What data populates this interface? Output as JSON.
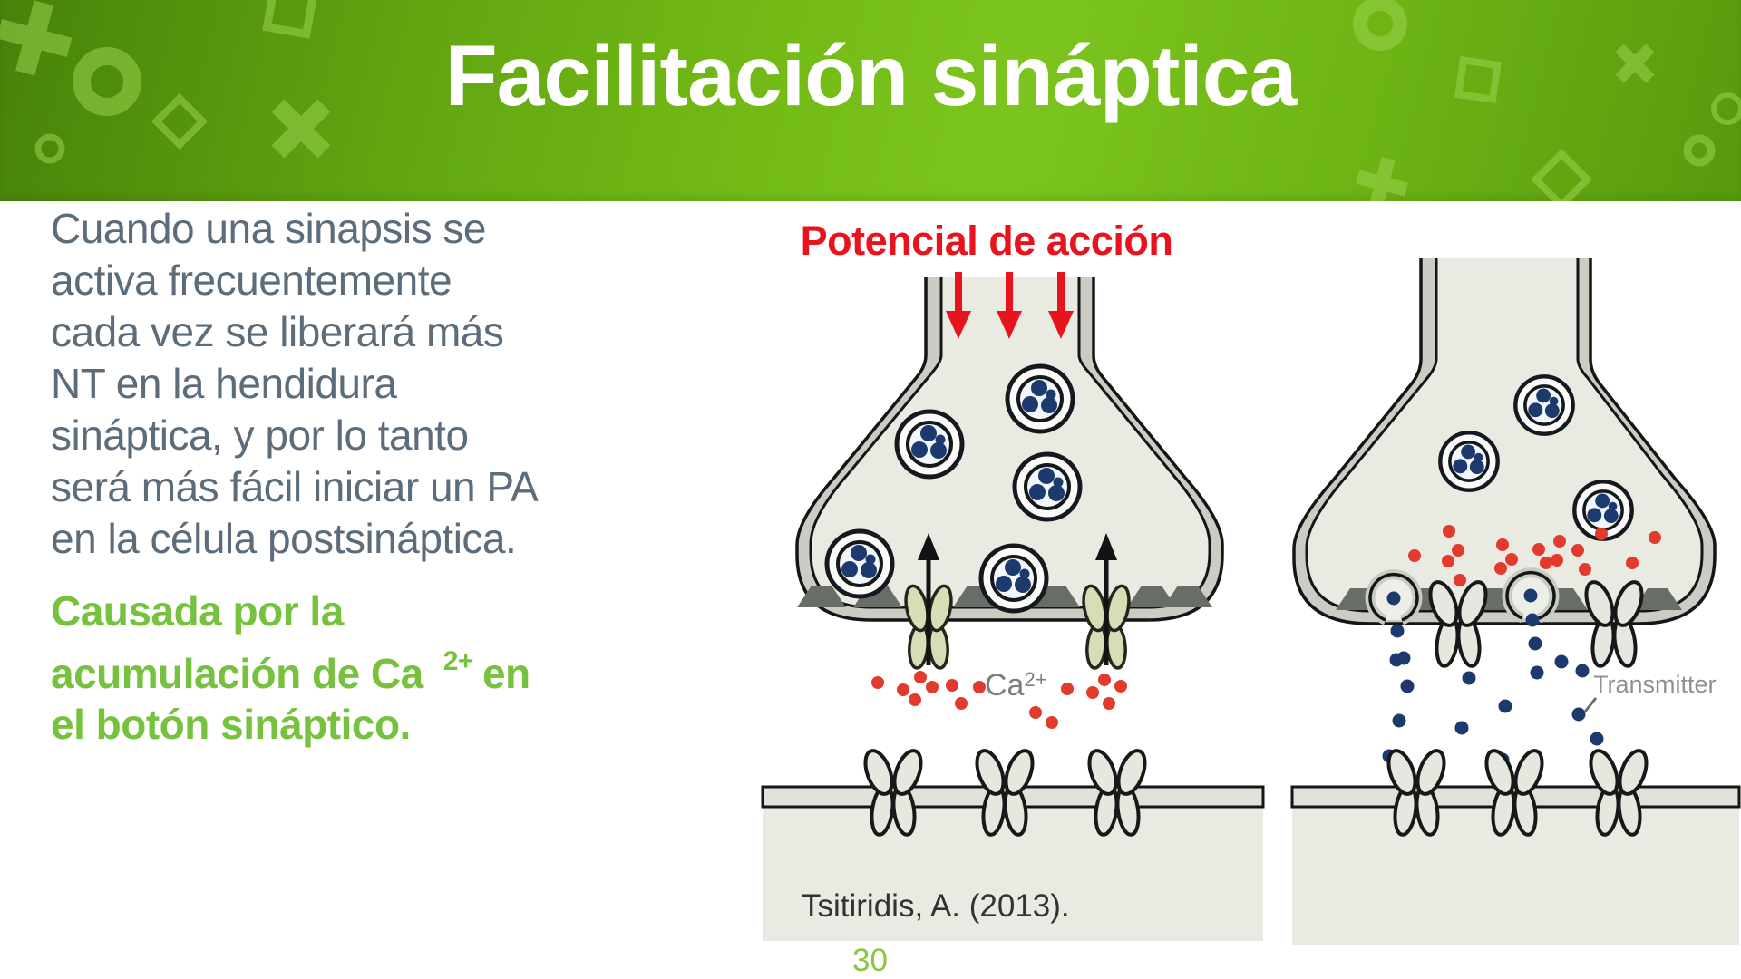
{
  "header": {
    "title": "Facilitación sináptica"
  },
  "body": {
    "paragraph_lines": [
      "Cuando una sinapsis se",
      "activa frecuentemente",
      "cada vez se liberará más",
      "NT en la hendidura",
      "sináptica, y por lo tanto",
      "será más fácil iniciar un PA",
      "en la célula postsináptica."
    ],
    "highlight": {
      "line1": "Causada por la",
      "line2_before_sup": "acumulación de Ca",
      "line2_sup": "2+",
      "line2_after_sup": "en",
      "line3": "el botón sináptico."
    }
  },
  "figure": {
    "action_potential_label": "Potencial de acción",
    "calcium_label_base": "Ca",
    "calcium_label_sup": "2+",
    "transmitter_label": "Transmitter",
    "citation": "Tsitiridis, A. (2013)."
  },
  "footer": {
    "page_number": "30"
  },
  "colors": {
    "header_green_dark": "#47830a",
    "header_green_bright": "#7cc41e",
    "deco_green": "#9bd14e",
    "title_text": "#ffffff",
    "body_text": "#5c6c7a",
    "highlight_green": "#76c13e",
    "action_potential_red": "#e8131d",
    "calcium_ion_red": "#e23b2e",
    "transmitter_navy": "#1d3a6e",
    "membrane_fill": "#e9ebe3",
    "membrane_wall": "#c9cdc4",
    "channel_olive": "#d9ddb6",
    "dense_projection_gray": "#696d68",
    "label_gray": "#7b8084",
    "page_number_green": "#8cc540"
  }
}
